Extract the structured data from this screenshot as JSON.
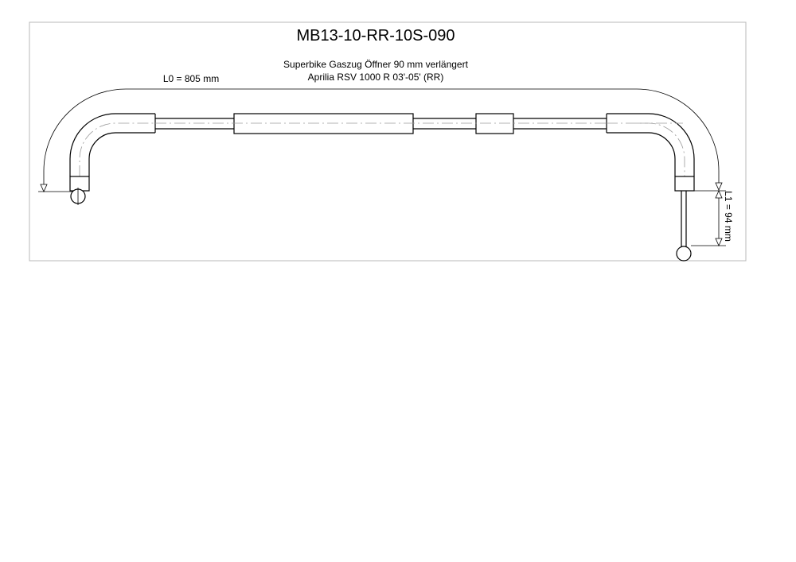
{
  "drawing": {
    "part_number": "MB13-10-RR-10S-090",
    "description_line1": "Superbike Gaszug Öffner 90 mm verlängert",
    "description_line2": "Aprilia RSV 1000 R 03'-05' (RR)",
    "dim_l0": "L0 = 805 mm",
    "dim_l1": "L1 = 94 mm"
  }
}
